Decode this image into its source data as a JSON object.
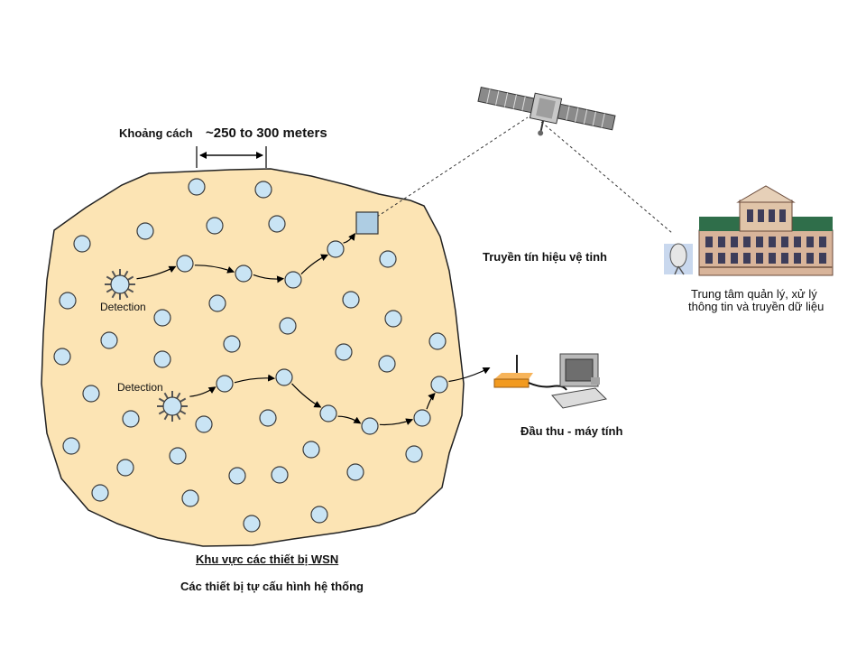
{
  "labels": {
    "distance_label": "Khoảng cách",
    "distance_value": "~250 to 300 meters",
    "detection_1": "Detection",
    "detection_2": "Detection",
    "satellite_link": "Truyền tín hiệu vệ tinh",
    "receiver": "Đầu thu - máy tính",
    "center_line1": "Trung tâm quản lý, xử lý",
    "center_line2": "thông tin và truyền dữ liệu",
    "area_title": "Khu vực các thiết bị WSN",
    "area_caption": "Các thiết bị tự cấu hình hệ thống"
  },
  "icons": [
    "satellite-icon",
    "building-icon",
    "satellite-dish-icon",
    "computer-icon",
    "antenna-receiver-icon",
    "sun-detection-icon",
    "sink-node-square-icon"
  ],
  "colors": {
    "region_fill": "#fce4b4",
    "node_fill": "#c9e4f4",
    "node_stroke": "#3a3a3a",
    "receiver_orange": "#f29a1f",
    "sun_yellow": "#f7d36a"
  }
}
